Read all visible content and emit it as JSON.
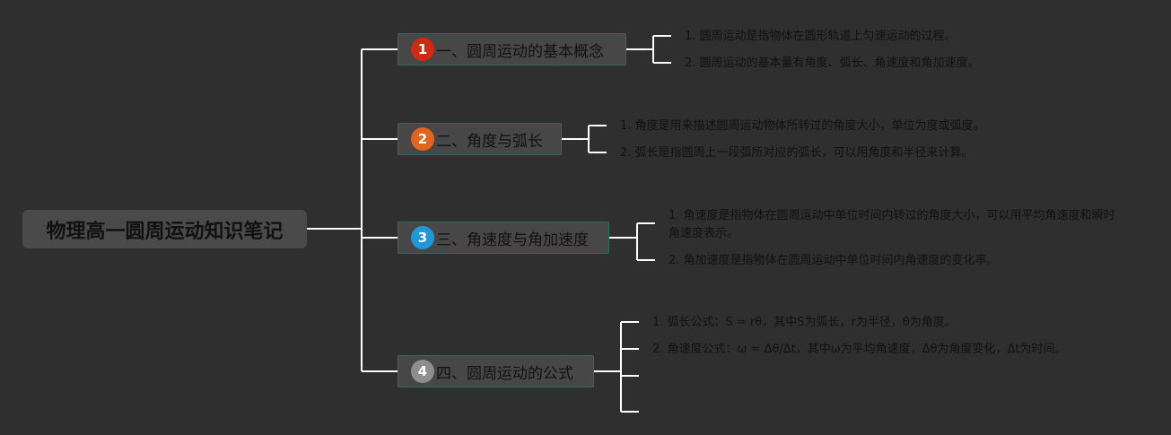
{
  "root": {
    "title": "物理高一圆周运动知识笔记"
  },
  "colors": {
    "background": "#2f2f2f",
    "line": "#ffffff",
    "topic_border": "#2f6b5e"
  },
  "topics": [
    {
      "number": "1",
      "badge_color": "#d02b12",
      "label": "一、圆周运动的基本概念",
      "items": [
        "1. 圆周运动是指物体在圆形轨道上匀速运动的过程。",
        "2. 圆周运动的基本量有角度、弧长、角速度和角加速度。"
      ]
    },
    {
      "number": "2",
      "badge_color": "#e0651e",
      "label": "二、角度与弧长",
      "items": [
        "1. 角度是用来描述圆周运动物体所转过的角度大小，单位为度或弧度。",
        "2. 弧长是指圆周上一段弧所对应的弧长，可以用角度和半径来计算。"
      ]
    },
    {
      "number": "3",
      "badge_color": "#2196d9",
      "label": "三、角速度与角加速度",
      "items": [
        "1. 角速度是指物体在圆周运动中单位时间内转过的角度大小，可以用平均角速度和瞬时角速度表示。",
        "2. 角加速度是指物体在圆周运动中单位时间内角速度的变化率。"
      ]
    },
    {
      "number": "4",
      "badge_color": "#8e8e8e",
      "label": "四、圆周运动的公式",
      "items": [
        "1. 弧长公式：S = rθ，其中S为弧长，r为半径，θ为角度。",
        "2. 角速度公式：ω = Δθ/Δt，其中ω为平均角速度，Δθ为角度变化，Δt为时间。"
      ]
    }
  ]
}
